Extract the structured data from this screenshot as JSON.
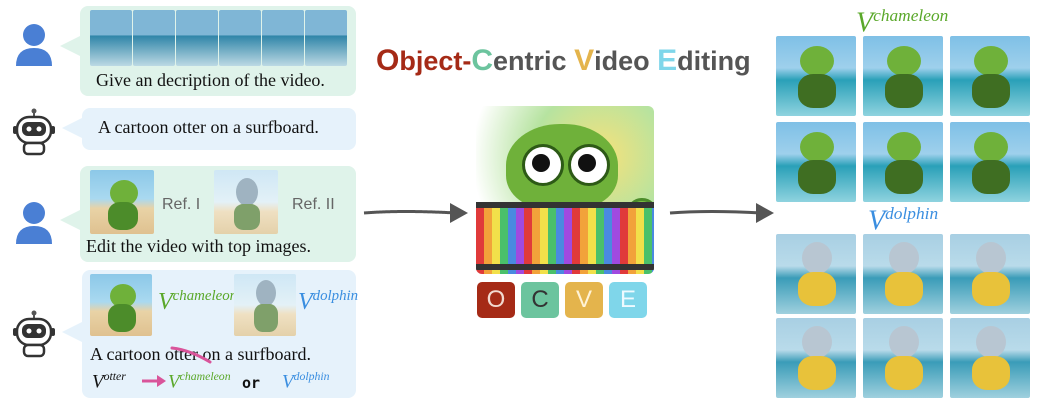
{
  "title": {
    "parts": [
      {
        "text": "O",
        "color": "#a52a16"
      },
      {
        "text": "bject-",
        "color": "#a52a16"
      },
      {
        "text": "C",
        "color": "#6cc49e"
      },
      {
        "text": "entric ",
        "color": "#555555"
      },
      {
        "text": "V",
        "color": "#e4b44c"
      },
      {
        "text": "ideo ",
        "color": "#555555"
      },
      {
        "text": "E",
        "color": "#7fd6ea"
      },
      {
        "text": "diting",
        "color": "#555555"
      }
    ]
  },
  "chat": {
    "msg1": "Give an decription of the video.",
    "msg2": "A cartoon otter on a surfboard.",
    "ref1_label": "Ref. I",
    "ref2_label": "Ref. II",
    "msg3": "Edit the video with top images.",
    "v_chameleon_base": "V",
    "v_chameleon_sup": "chameleon",
    "v_dolphin_base": "V",
    "v_dolphin_sup": "dolphin",
    "msg4_prefix": "A cartoon ",
    "msg4_struck": "otter",
    "msg4_suffix": " on a surfboard.",
    "v_otter_base": "V",
    "v_otter_sup": "otter",
    "or_text": "or"
  },
  "ocve": [
    "O",
    "C",
    "V",
    "E"
  ],
  "ocve_colors": [
    "#a52a16",
    "#6cc49e",
    "#e4b44c",
    "#7fd6ea"
  ],
  "output": {
    "chameleon_label_base": "V",
    "chameleon_label_sup": "chameleon",
    "dolphin_label_base": "V",
    "dolphin_label_sup": "dolphin"
  },
  "colors": {
    "green_label": "#5aa82a",
    "blue_label": "#3a8ee0",
    "pink_arrow": "#d9549a"
  },
  "icons": [
    "user-icon",
    "robot-icon",
    "right-arrow-icon"
  ]
}
